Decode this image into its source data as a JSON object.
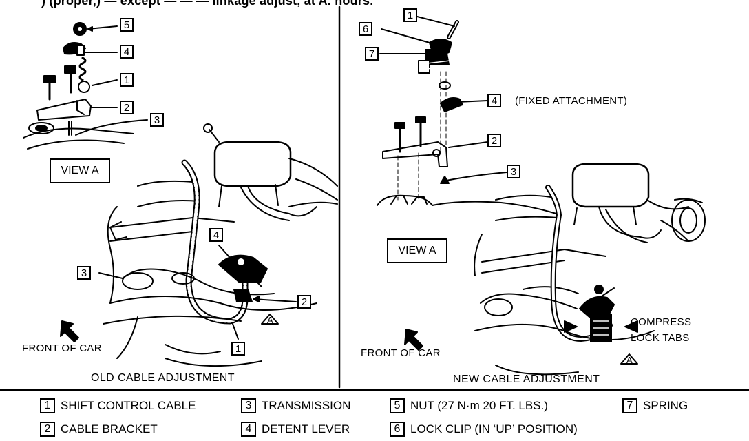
{
  "header_fragment": ") (proper,) — except — — — linkage adjust, at A. hours.",
  "left_panel": {
    "callouts": [
      "5",
      "4",
      "1",
      "2",
      "3",
      "4",
      "3",
      "2",
      "1"
    ],
    "view_label": "VIEW A",
    "front_label": "FRONT OF CAR",
    "view_marker": "A",
    "caption": "OLD CABLE ADJUSTMENT"
  },
  "right_panel": {
    "callouts": [
      "1",
      "6",
      "7",
      "4",
      "2",
      "3"
    ],
    "fixed_attachment": "(FIXED ATTACHMENT)",
    "view_label": "VIEW A",
    "front_label": "FRONT OF CAR",
    "view_marker": "A",
    "compress_line1": "COMPRESS",
    "compress_line2": "LOCK TABS",
    "caption": "NEW CABLE ADJUSTMENT"
  },
  "legend": [
    {
      "num": "1",
      "text": "SHIFT CONTROL CABLE"
    },
    {
      "num": "2",
      "text": "CABLE BRACKET"
    },
    {
      "num": "3",
      "text": "TRANSMISSION"
    },
    {
      "num": "4",
      "text": "DETENT LEVER"
    },
    {
      "num": "5",
      "text": "NUT (27 N·m 20 FT. LBS.)"
    },
    {
      "num": "6",
      "text": "LOCK CLIP (IN ‘UP’ POSITION)"
    },
    {
      "num": "7",
      "text": "SPRING"
    }
  ]
}
